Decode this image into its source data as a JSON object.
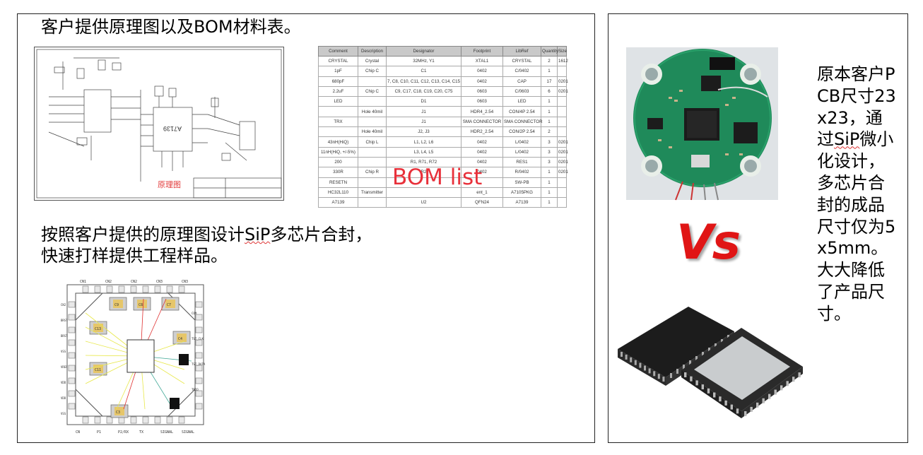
{
  "left": {
    "title": "客户提供原理图以及BOM材料表。",
    "schematic_label": "原理图",
    "schematic_chip_label": "A7139",
    "bom_overlay": "BOM list",
    "bom": {
      "headers": [
        "Comment",
        "Description",
        "Designator",
        "Footprint",
        "LibRef",
        "Quantity",
        "Size"
      ],
      "rows": [
        [
          "CRYSTAL",
          "Crystal",
          "32MHz, Y1",
          "XTAL1",
          "CRYSTAL",
          "2",
          "1612"
        ],
        [
          "1pF",
          "Chip C",
          "C1",
          "0402",
          "C/0402",
          "1",
          ""
        ],
        [
          "680pF",
          "",
          "7, C8, C10, C11, C12, C13, C14, C15",
          "0402",
          "CAP",
          "17",
          "0201"
        ],
        [
          "2.2uF",
          "Chip C",
          "C9, C17, C18, C19, C20, C75",
          "0603",
          "C/0603",
          "6",
          "0201"
        ],
        [
          "LED",
          "",
          "D1",
          "0603",
          "LED",
          "1",
          ""
        ],
        [
          "",
          "Hole 40mil",
          "J1",
          "HDR4_2.54",
          "CON/4P 2.54",
          "1",
          ""
        ],
        [
          "TRX",
          "",
          "J1",
          "SMA CONNECTOR",
          "SMA CONNECTOR",
          "1",
          ""
        ],
        [
          "",
          "Hole 40mil",
          "J2, J3",
          "HDR2_2.54",
          "CON/2P 2.54",
          "2",
          ""
        ],
        [
          "43nH(HiQ)",
          "Chip L",
          "L1, L2, L6",
          "0402",
          "L/0402",
          "3",
          "0201"
        ],
        [
          "11nH(HiQ, +/-5%)",
          "",
          "L3, L4, L5",
          "0402",
          "L/0402",
          "3",
          "0201"
        ],
        [
          "200",
          "",
          "R1, R71, R72",
          "0402",
          "RES1",
          "3",
          "0201"
        ],
        [
          "330R",
          "Chip R",
          "R2",
          "0402",
          "R/0402",
          "1",
          "0201"
        ],
        [
          "RESETN",
          "",
          "",
          "",
          "SW-PB",
          "1",
          ""
        ],
        [
          "HC32L110",
          "Transmitter",
          "",
          "ent_1",
          "A7105PKG",
          "1",
          ""
        ],
        [
          "A7139",
          "",
          "U2",
          "QFN24",
          "A7139",
          "1",
          ""
        ]
      ]
    },
    "subtitle_line1": "按照客户提供的原理图设计SiP多芯片合封，",
    "subtitle_line1_parts": [
      "按照客户提供的原理图设计",
      "SiP",
      "多芯片合封，"
    ],
    "subtitle_line2": "快速打样提供工程样品。",
    "pkg_labels": {
      "top": [
        "CN1",
        "CN2",
        "CN2",
        "CN3",
        "CN3"
      ],
      "left": [
        "CN2",
        "BRST",
        "BRST",
        "VSS",
        "VREF",
        "VDD",
        "VDD",
        "VSS"
      ],
      "right": [
        "COM",
        "TST_CLK",
        "TST_DATA",
        "TRIO"
      ],
      "bottom": [
        "CN",
        "P1",
        "P2/RX",
        "TX",
        "SIGNAL",
        "SIGNAL"
      ],
      "caps": [
        "C9",
        "C8",
        "C7",
        "C13",
        "C4",
        "C11",
        "C3"
      ]
    }
  },
  "right": {
    "vs": "Vs",
    "description": "原本客户PCB尺寸23x23，通过SiP微小化设计，多芯片合封的成品尺寸仅为5x5mm。大大降低了产品尺寸。",
    "desc_parts": [
      "原本客户PCB尺寸23x23，通过",
      "SiP",
      "微小化设计，多芯片合封的成品尺寸仅为5x5mm。大大降低了产品尺寸。"
    ]
  },
  "colors": {
    "accent_red": "#e01515",
    "pcb_green": "#1f8a5a",
    "border": "#222222"
  }
}
